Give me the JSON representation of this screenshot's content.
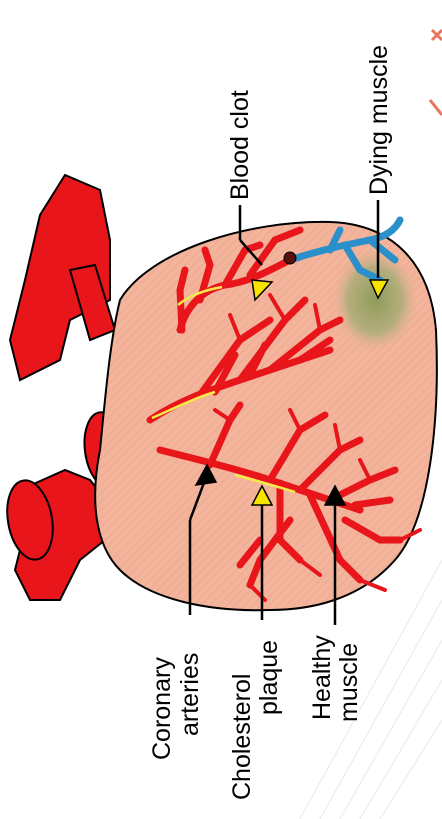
{
  "labels": {
    "blood_clot": "Blood clot",
    "dying_muscle": "Dying muscle",
    "coronary_line1": "Coronary",
    "coronary_line2": "arteries",
    "cholesterol_line1": "Cholesterol",
    "cholesterol_line2": "plaque",
    "healthy_line1": "Healthy",
    "healthy_line2": "muscle"
  },
  "colors": {
    "heart_fill": "#f4b49c",
    "heart_outline": "#000000",
    "artery": "#e8151b",
    "dying_zone": "#9aa86a",
    "blocked_artery": "#2b8fc9",
    "cholesterol": "#f5e84a",
    "arrow_yellow": "#f6e300"
  }
}
